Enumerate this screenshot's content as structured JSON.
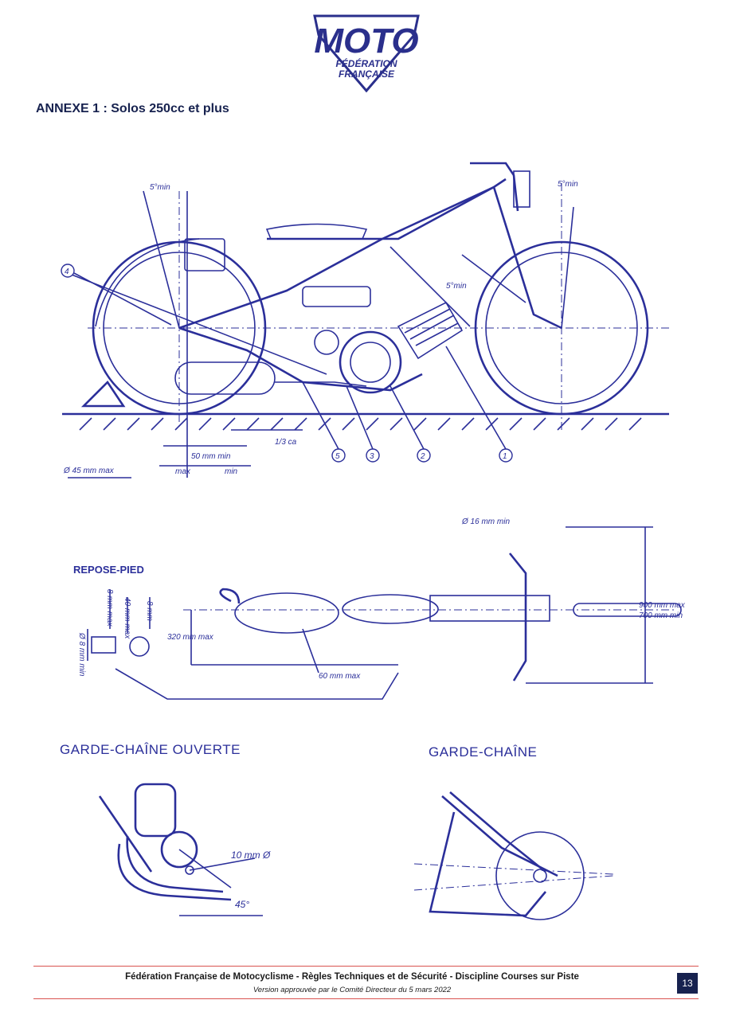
{
  "logo": {
    "line1": "MOTO",
    "line2": "FÉDÉRATION",
    "line3": "FRANÇAISE",
    "color": "#2a2f8c"
  },
  "annex_title": "ANNEXE 1 : Solos 250cc et plus",
  "figure_top": {
    "labels": {
      "angle_rear": "5°min",
      "angle_front": "5°min",
      "angle_mid": "5°min",
      "third": "1/3 ca",
      "dist_min": "50 mm min",
      "diameter": "Ø 45 mm max",
      "max": "max",
      "min": "min"
    },
    "callouts": [
      "4",
      "5",
      "3",
      "2",
      "1"
    ]
  },
  "figure_mid": {
    "title": "REPOSE-PIED",
    "labels": {
      "bar_diam": "Ø 16 mm min",
      "width_max": "900 mm max",
      "width_min": "700 mm min",
      "offset": "320 mm max",
      "length": "60 mm max",
      "peg_a": "8 mm max",
      "peg_b": "40 mm max",
      "peg_c": "8 mm",
      "peg_d": "Ø 8 mm min"
    }
  },
  "figure_bottom": {
    "left_title": "GARDE-CHAÎNE OUVERTE",
    "right_title": "GARDE-CHAÎNE",
    "hole": "10 mm Ø",
    "angle": "45°"
  },
  "footer": {
    "title": "Fédération Française de Motocyclisme - Règles Techniques et de Sécurité - Discipline Courses sur Piste",
    "subtitle": "Version approuvée par le Comité Directeur du 5 mars 2022",
    "page": "13"
  }
}
